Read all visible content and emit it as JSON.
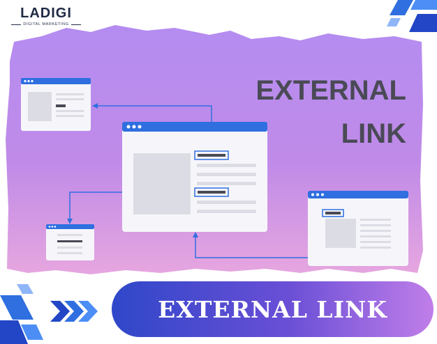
{
  "brand": {
    "name": "LADIGI",
    "tagline": "DIGITAL MARKETING"
  },
  "diagram": {
    "title_line1": "EXTERNAL",
    "title_line2": "LINK"
  },
  "banner": {
    "text": "EXTERNAL LINK"
  },
  "colors": {
    "accent_blue": "#2f6fe0",
    "purple": "#a977ea",
    "dark_text": "#4a4a56",
    "frame_gray": "#dcdce4"
  },
  "icons": {
    "banner_arrows": "triple-chevron-right-icon"
  }
}
